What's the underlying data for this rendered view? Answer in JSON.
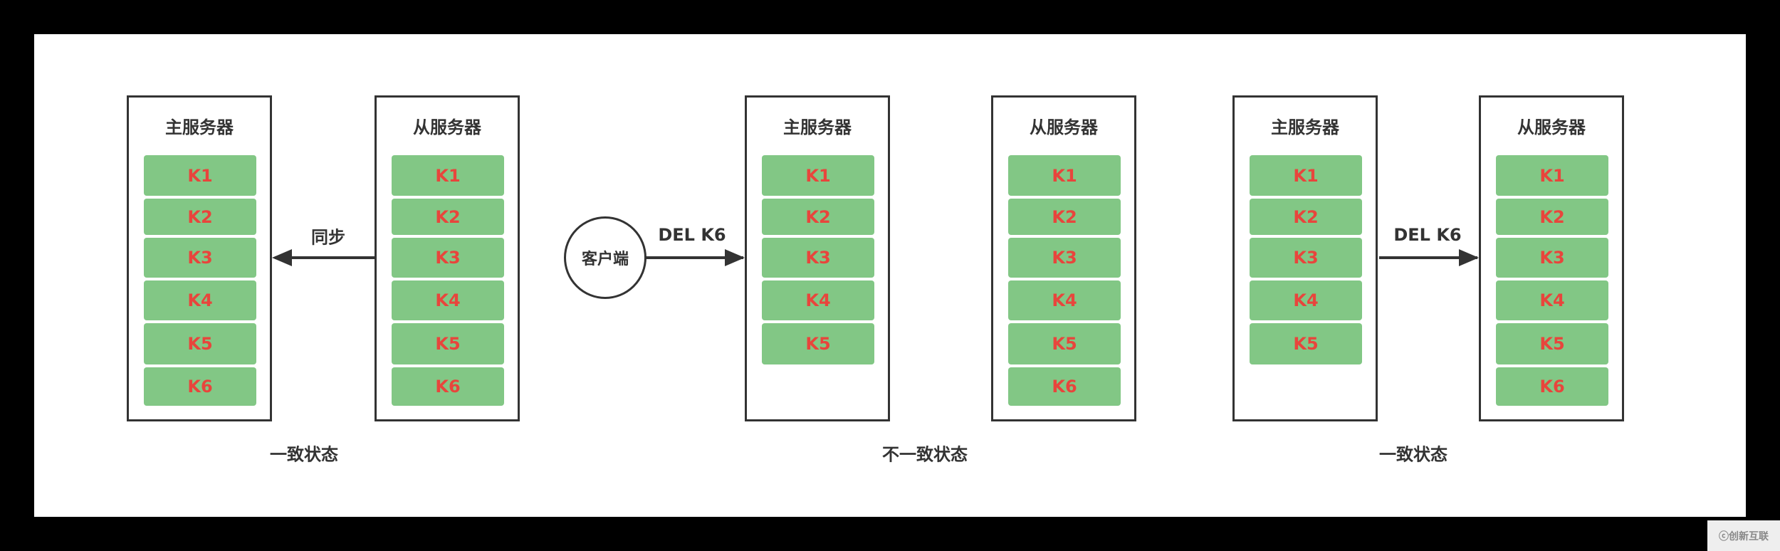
{
  "colors": {
    "key_fill": "#82c785",
    "key_text": "#e8453c",
    "line": "#333333"
  },
  "panels": [
    {
      "master": {
        "title": "主服务器",
        "keys": [
          "K1",
          "K2",
          "K3",
          "K4",
          "K5",
          "K6"
        ]
      },
      "slave": {
        "title": "从服务器",
        "keys": [
          "K1",
          "K2",
          "K3",
          "K4",
          "K5",
          "K6"
        ]
      },
      "arrow_label": "同步",
      "arrow_direction": "slave-to-master",
      "state": "一致状态"
    },
    {
      "client": "客户端",
      "arrow_label": "DEL K6",
      "arrow_direction": "client-to-master",
      "master": {
        "title": "主服务器",
        "keys": [
          "K1",
          "K2",
          "K3",
          "K4",
          "K5"
        ]
      },
      "slave": {
        "title": "从服务器",
        "keys": [
          "K1",
          "K2",
          "K3",
          "K4",
          "K5",
          "K6"
        ]
      },
      "state": "不一致状态"
    },
    {
      "master": {
        "title": "主服务器",
        "keys": [
          "K1",
          "K2",
          "K3",
          "K4",
          "K5"
        ]
      },
      "slave": {
        "title": "从服务器",
        "keys": [
          "K1",
          "K2",
          "K3",
          "K4",
          "K5",
          "K6"
        ]
      },
      "arrow_label": "DEL K6",
      "arrow_direction": "master-to-slave",
      "state": "一致状态"
    }
  ],
  "watermark": "创新互联"
}
